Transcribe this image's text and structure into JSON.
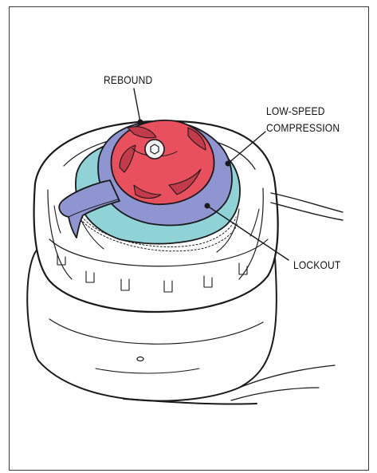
{
  "labels": {
    "rebound": "REBOUND",
    "low_speed_line1": "LOW-SPEED",
    "low_speed_line2": "COMPRESSION",
    "lockout": "LOCKOUT"
  },
  "colors": {
    "rebound_knob": "#e8505e",
    "rebound_knob_dark": "#c23b4a",
    "lockout_lever": "#8f95d0",
    "compression_dial": "#8fd3d6",
    "outline": "#1a1a1a"
  },
  "icons": {
    "rebound_bolt": "hex-socket-icon"
  }
}
